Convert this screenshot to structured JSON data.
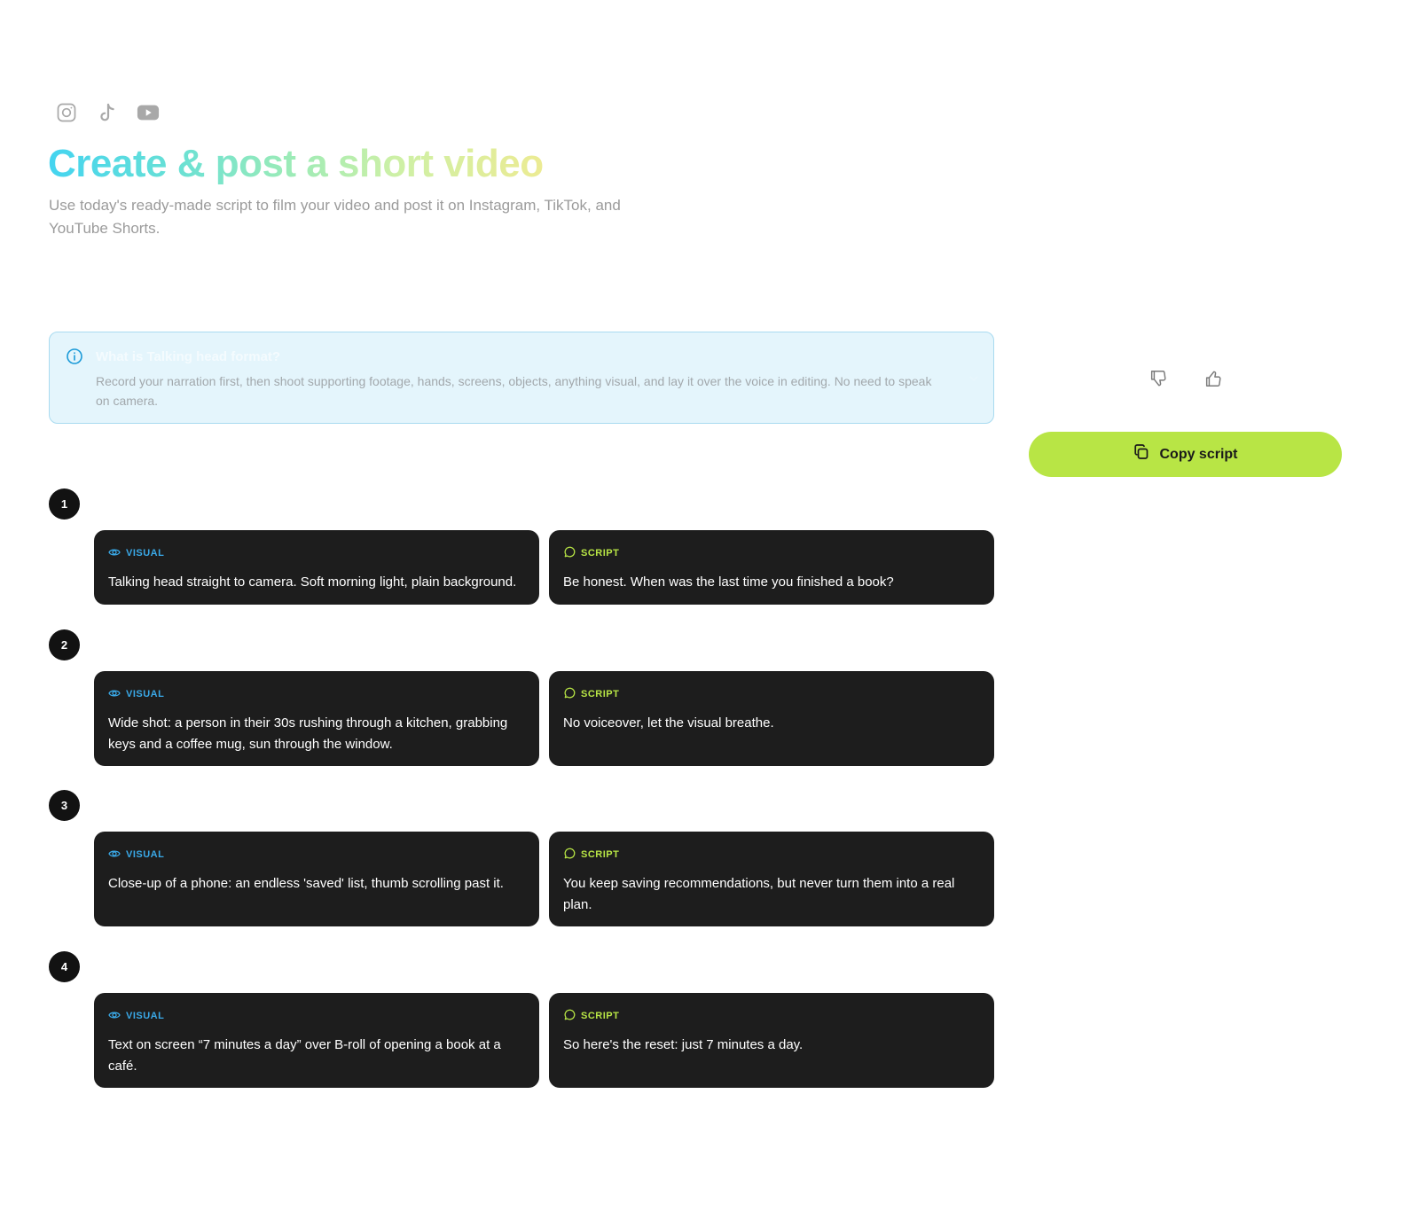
{
  "icons": {
    "social": [
      "instagram-icon",
      "tiktok-icon",
      "youtube-icon"
    ],
    "info": "info-icon",
    "chevron": "chevron-down-icon",
    "feedback": [
      "thumbs-down-icon",
      "thumbs-up-icon"
    ],
    "copy": "copy-icon",
    "visual_tag": "eye-icon",
    "script_tag": "chat-bubble-icon"
  },
  "header": {
    "title": "Create & post a short video",
    "subtitle": "Use today's ready-made script to film your video and post it on Instagram, TikTok, and YouTube Shorts."
  },
  "info": {
    "title": "What is Talking head format?",
    "body": "Record your narration first, then shoot supporting footage, hands, screens, objects, anything visual, and lay it over the voice in editing. No need to speak on camera."
  },
  "actions": {
    "copy_label": "Copy script"
  },
  "labels": {
    "visual": "VISUAL",
    "script": "SCRIPT"
  },
  "steps": [
    {
      "number": "1",
      "visual": "Talking head straight to camera. Soft morning light, plain background.",
      "script": "Be honest. When was the last time you finished a book?"
    },
    {
      "number": "2",
      "visual": "Wide shot: a person in their 30s rushing through a kitchen, grabbing keys and a coffee mug, sun through the window.",
      "script": "No voiceover, let the visual breathe."
    },
    {
      "number": "3",
      "visual": "Close-up of a phone: an endless 'saved' list, thumb scrolling past it.",
      "script": "You keep saving recommendations, but never turn them into a real plan."
    },
    {
      "number": "4",
      "visual": "Text on screen “7 minutes a day” over B-roll of opening a book at a café.",
      "script": "So here's the reset: just 7 minutes a day."
    }
  ],
  "colors": {
    "title_gradient": [
      "#44d4f0",
      "#9aebb8",
      "#eceb93"
    ],
    "accent_lime": "#b8e545",
    "accent_blue": "#3aa9e8",
    "card_bg": "#1d1d1d",
    "info_bg": "#e4f5fc"
  }
}
